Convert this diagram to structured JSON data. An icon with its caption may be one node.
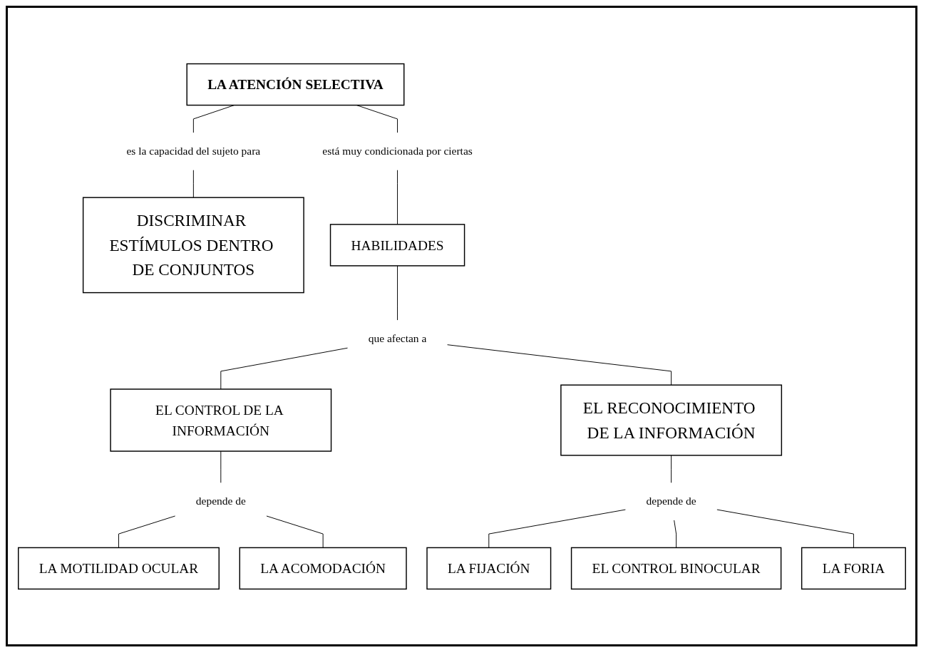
{
  "diagram": {
    "nodes": [
      {
        "text": [
          "LA ATENCIÓN SELECTIVA"
        ]
      },
      {
        "text": [
          "es la capacidad del sujeto para"
        ]
      },
      {
        "text": [
          "está muy condicionada por ciertas"
        ]
      },
      {
        "text": [
          "DISCRIMINAR ESTÍMULOS DENTRO DE CONJUNTOS"
        ]
      },
      {
        "text": [
          "HABILIDADES"
        ]
      },
      {
        "text": [
          "que afectan a"
        ]
      },
      {
        "text": [
          "EL CONTROL DE LA INFORMACIÓN"
        ]
      },
      {
        "text": [
          "EL RECONOCIMIENTO DE LA INFORMACIÓN"
        ]
      },
      {
        "text": [
          "depende de"
        ]
      },
      {
        "text": [
          "depende de"
        ]
      },
      {
        "text": [
          "LA MOTILIDAD OCULAR"
        ]
      },
      {
        "text": [
          "LA ACOMODACIÓN"
        ]
      },
      {
        "text": [
          "LA FIJACIÓN"
        ]
      },
      {
        "text": [
          "EL CONTROL BINOCULAR"
        ]
      },
      {
        "text": [
          "LA FORIA"
        ]
      }
    ],
    "edges": [
      {
        "from": 0,
        "to": 1,
        "arrow": "none"
      },
      {
        "from": 0,
        "to": 2,
        "arrow": "none"
      },
      {
        "from": 1,
        "to": 3,
        "arrow": "none"
      },
      {
        "from": 2,
        "to": 4,
        "arrow": "none"
      },
      {
        "from": 4,
        "to": 5,
        "arrow": "none"
      },
      {
        "from": 5,
        "to": 6,
        "arrow": "none"
      },
      {
        "from": 5,
        "to": 7,
        "arrow": "none"
      },
      {
        "from": 6,
        "to": 8,
        "arrow": "none"
      },
      {
        "from": 7,
        "to": 9,
        "arrow": "none"
      },
      {
        "from": 8,
        "to": 10,
        "arrow": "none"
      },
      {
        "from": 8,
        "to": 11,
        "arrow": "none"
      },
      {
        "from": 9,
        "to": 12,
        "arrow": "none"
      },
      {
        "from": 9,
        "to": 13,
        "arrow": "none"
      },
      {
        "from": 9,
        "to": 14,
        "arrow": "none"
      }
    ]
  }
}
